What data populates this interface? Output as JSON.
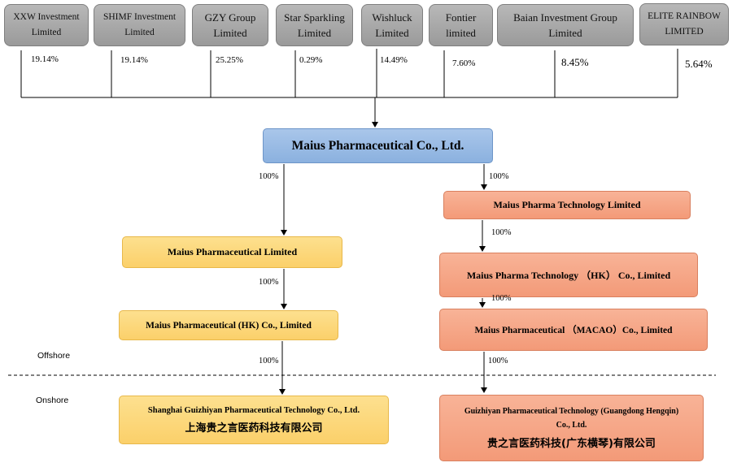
{
  "shareholders": [
    {
      "name": "XXW Investment Limited",
      "pct": "19.14%"
    },
    {
      "name": "SHIMF Investment Limited",
      "pct": "19.14%"
    },
    {
      "name": "GZY Group Limited",
      "pct": "25.25%"
    },
    {
      "name": "Star Sparkling Limited",
      "pct": "0.29%"
    },
    {
      "name": "Wishluck Limited",
      "pct": "14.49%"
    },
    {
      "name": "Fontier limited",
      "pct": "7.60%"
    },
    {
      "name": "Baian Investment Group Limited",
      "pct": "8.45%"
    },
    {
      "name": "ELITE RAINBOW LIMITED",
      "pct": "5.64%"
    }
  ],
  "parent": "Maius Pharmaceutical  Co., Ltd.",
  "left_chain": {
    "ownership": [
      "100%",
      "100%",
      "100%"
    ],
    "entities": [
      "Maius Pharmaceutical Limited",
      "Maius Pharmaceutical (HK) Co., Limited"
    ],
    "onshore_en": "Shanghai Guizhiyan Pharmaceutical Technology Co., Ltd.",
    "onshore_cn": "上海贵之言医药科技有限公司"
  },
  "right_chain": {
    "ownership": [
      "100%",
      "100%",
      "100%",
      "100%"
    ],
    "entities": [
      "Maius Pharma Technology Limited",
      "Maius Pharma Technology （HK） Co., Limited",
      "Maius Pharmaceutical  （MACAO）Co., Limited"
    ],
    "onshore_en_line1": "Guizhiyan Pharmaceutical Technology (Guangdong Hengqin)",
    "onshore_en_line2": "Co., Ltd.",
    "onshore_cn": "贵之言医药科技(广东横琴)有限公司"
  },
  "regions": {
    "offshore": "Offshore",
    "onshore": "Onshore"
  },
  "colors": {
    "shareholder": "#a6a6a6",
    "parent": "#9dbde6",
    "left_chain": "#fcd87c",
    "right_chain": "#f5a584"
  }
}
